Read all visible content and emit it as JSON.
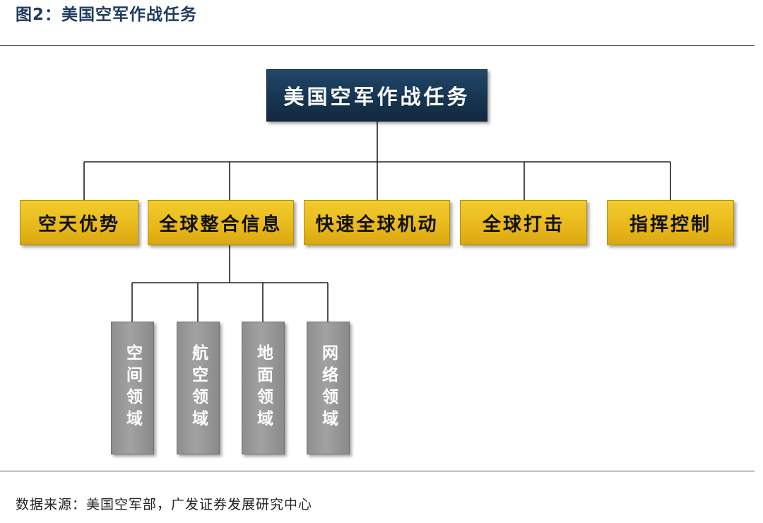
{
  "figure": {
    "title": "图2：美国空军作战任务",
    "source": "数据来源：美国空军部，广发证券发展研究中心"
  },
  "diagram": {
    "root": "美国空军作战任务",
    "missions": [
      "空天优势",
      "全球整合信息",
      "快速全球机动",
      "全球打击",
      "指挥控制"
    ],
    "domains": [
      "空间领域",
      "航空领域",
      "地面领域",
      "网络领域"
    ]
  },
  "colors": {
    "root_fill": "#173551",
    "mission_fill": "#e8b81b",
    "domain_fill": "#9a9a9a",
    "title_text": "#1f3a5c"
  }
}
